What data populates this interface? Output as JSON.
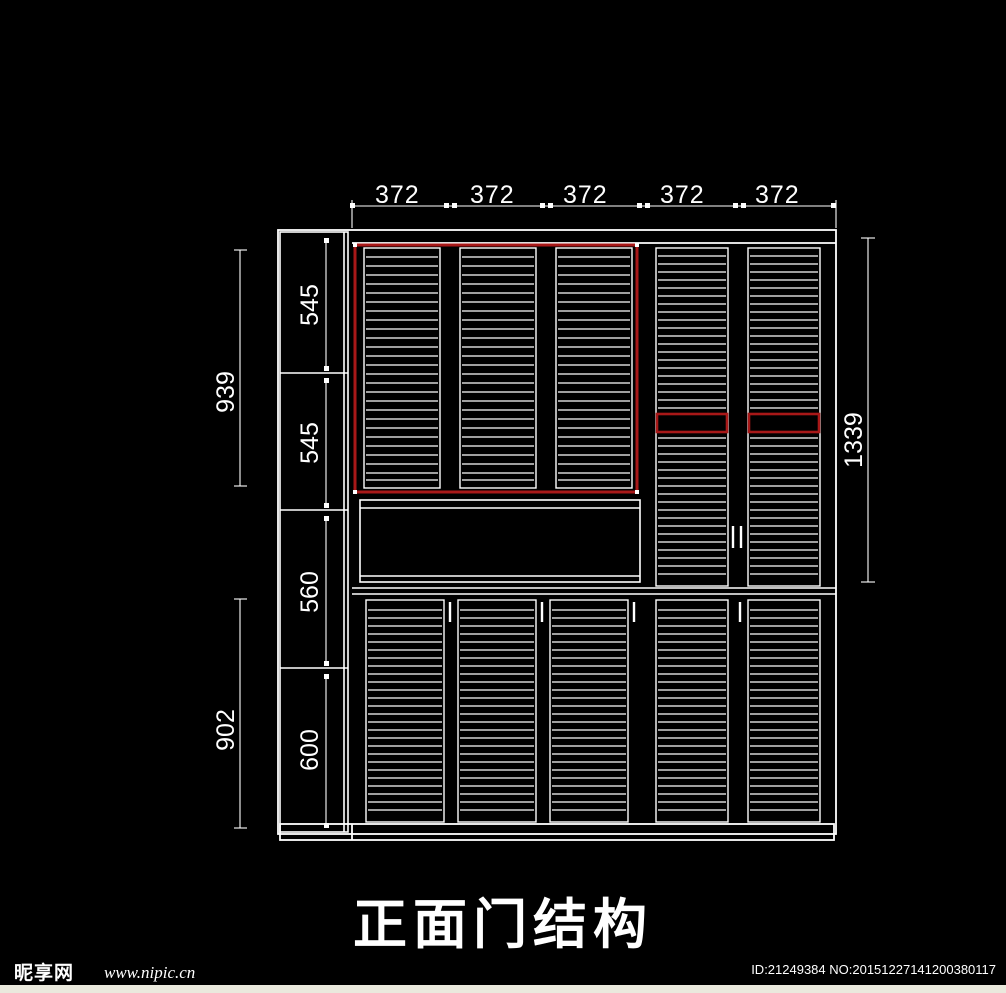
{
  "drawing": {
    "title_cn": "正面门结构",
    "line_color": "#ffffff",
    "highlight_color": "#a81818",
    "background": "#000000"
  },
  "dimensions": {
    "top_chain": {
      "label": "top-width-chain",
      "segments": [
        "372",
        "372",
        "372",
        "372",
        "372"
      ]
    },
    "left_inner_chain": {
      "label": "left-height-chain",
      "segments": [
        "545",
        "545",
        "560",
        "600"
      ]
    },
    "left_outer_chain": {
      "label": "left-overall-chain",
      "segments": [
        "939",
        "902"
      ]
    },
    "right_chain": {
      "label": "right-height-chain",
      "segments": [
        "1339"
      ]
    }
  },
  "cabinet": {
    "upper_left_doors": 3,
    "upper_right_doors": 2,
    "lower_doors": 5,
    "upper_slats_per_door": 26,
    "right_slats_per_door": 46,
    "lower_slats_per_door": 27
  },
  "selection": {
    "name": "selected-upper-left-door-group",
    "note": "red highlight rectangle"
  },
  "watermark": {
    "logo": "昵享网",
    "url": "www.nipic.cn",
    "id_text": "ID:21249384 NO:20151227141200380117"
  }
}
